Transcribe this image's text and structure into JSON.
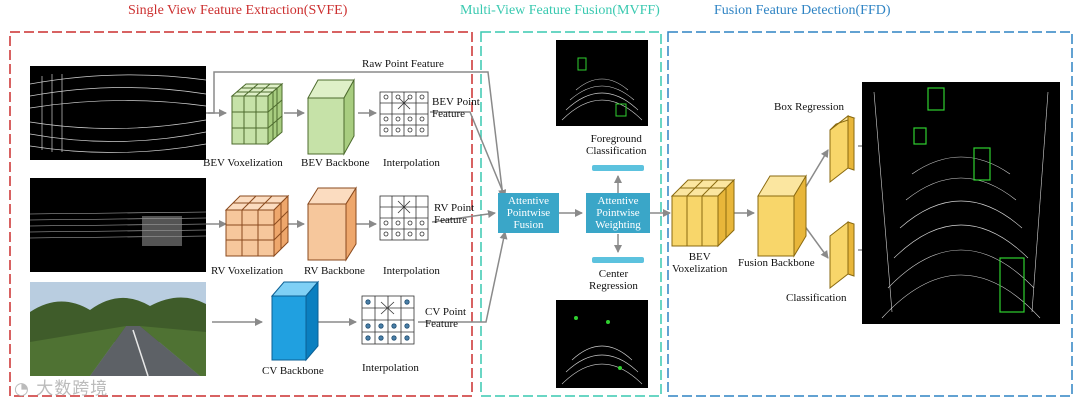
{
  "sections": {
    "svfe": {
      "title": "Single View Feature Extraction(SVFE)",
      "color": "#cc2f2f"
    },
    "mvff": {
      "title": "Multi-View Feature Fusion(MVFF)",
      "color": "#39c9b0"
    },
    "ffd": {
      "title": "Fusion Feature Detection(FFD)",
      "color": "#2f84c4"
    }
  },
  "labels": {
    "raw_point_feature": "Raw Point Feature",
    "bev_point_feature_1": "BEV Point",
    "bev_point_feature_2": "Feature",
    "rv_point_feature_1": "RV Point",
    "rv_point_feature_2": "Feature",
    "cv_point_feature_1": "CV Point",
    "cv_point_feature_2": "Feature",
    "bev_voxelization": "BEV Voxelization",
    "bev_backbone": "BEV Backbone",
    "interpolation": "Interpolation",
    "rv_voxelization": "RV Voxelization",
    "rv_backbone": "RV Backbone",
    "cv_backbone": "CV Backbone",
    "attentive_pointwise_fusion_1": "Attentive",
    "attentive_pointwise_fusion_2": "Pointwise",
    "attentive_pointwise_fusion_3": "Fusion",
    "attentive_pointwise_weighting_1": "Attentive",
    "attentive_pointwise_weighting_2": "Pointwise",
    "attentive_pointwise_weighting_3": "Weighting",
    "foreground_classification_1": "Foreground",
    "foreground_classification_2": "Classification",
    "center_regression_1": "Center",
    "center_regression_2": "Regression",
    "ffd_bev_voxelization_1": "BEV",
    "ffd_bev_voxelization_2": "Voxelization",
    "fusion_backbone": "Fusion Backbone",
    "box_regression": "Box Regression",
    "classification": "Classification"
  },
  "colors": {
    "bev": "#c6e2a8",
    "rv": "#f6c79c",
    "cv": "#20a0e0",
    "ffd": "#f8d66a",
    "fusion_box": "#3aa6c8",
    "weight_bar": "#5cc2de"
  },
  "watermark": "大数跨境"
}
